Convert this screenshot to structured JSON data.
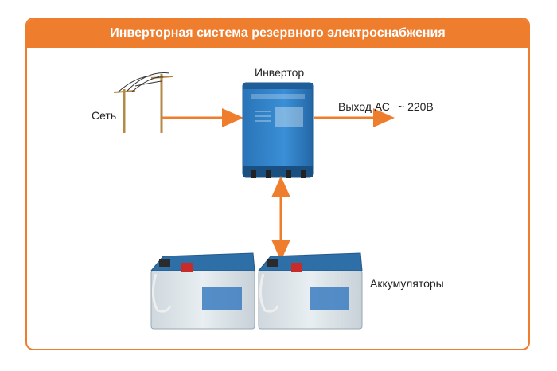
{
  "header": {
    "title": "Инверторная система резервного электроснабжения"
  },
  "labels": {
    "grid": "Сеть",
    "inverter": "Инвертор",
    "output": "Выход АС",
    "voltage": "~ 220В",
    "batteries": "Аккумуляторы"
  },
  "colors": {
    "accent": "#ef7d2e",
    "inverter_body": "#2f7fc4",
    "battery_top": "#2e6fa8",
    "battery_body": "#dfe6ea"
  },
  "icons": [
    "power-pole-icon",
    "inverter-icon",
    "battery-icon"
  ]
}
